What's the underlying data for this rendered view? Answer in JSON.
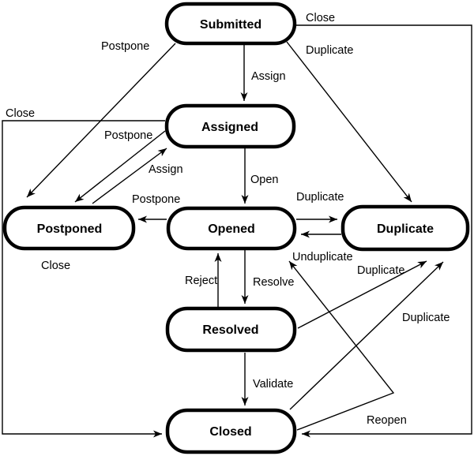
{
  "diagram": {
    "type": "state-machine",
    "description": "Bug report lifecycle state diagram",
    "colors": {
      "background": "#ffffff",
      "node_fill": "#ffffff",
      "stroke": "#000000",
      "text": "#000000"
    },
    "nodes": [
      {
        "id": "submitted",
        "label": "Submitted"
      },
      {
        "id": "assigned",
        "label": "Assigned"
      },
      {
        "id": "postponed",
        "label": "Postponed"
      },
      {
        "id": "opened",
        "label": "Opened"
      },
      {
        "id": "duplicate",
        "label": "Duplicate"
      },
      {
        "id": "resolved",
        "label": "Resolved"
      },
      {
        "id": "closed",
        "label": "Closed"
      }
    ],
    "edges": [
      {
        "from": "Submitted",
        "to": "Assigned",
        "label": "Assign"
      },
      {
        "from": "Submitted",
        "to": "Postponed",
        "label": "Postpone"
      },
      {
        "from": "Submitted",
        "to": "Duplicate",
        "label": "Duplicate"
      },
      {
        "from": "Submitted",
        "to": "Closed",
        "label": "Close"
      },
      {
        "from": "Assigned",
        "to": "Opened",
        "label": "Open"
      },
      {
        "from": "Assigned",
        "to": "Postponed",
        "label": "Postpone"
      },
      {
        "from": "Postponed",
        "to": "Assigned",
        "label": "Assign"
      },
      {
        "from": "Assigned",
        "to": "Closed",
        "label": "Close"
      },
      {
        "from": "Opened",
        "to": "Postponed",
        "label": "Postpone"
      },
      {
        "from": "Opened",
        "to": "Duplicate",
        "label": "Duplicate"
      },
      {
        "from": "Duplicate",
        "to": "Opened",
        "label": "Unduplicate"
      },
      {
        "from": "Opened",
        "to": "Resolved",
        "label": "Resolve"
      },
      {
        "from": "Resolved",
        "to": "Opened",
        "label": "Reject"
      },
      {
        "from": "Resolved",
        "to": "Closed",
        "label": "Validate"
      },
      {
        "from": "Resolved",
        "to": "Duplicate",
        "label": "Duplicate"
      },
      {
        "from": "Closed",
        "to": "Duplicate",
        "label": "Duplicate"
      },
      {
        "from": "Closed",
        "to": "Opened",
        "label": "Reopen"
      }
    ]
  }
}
